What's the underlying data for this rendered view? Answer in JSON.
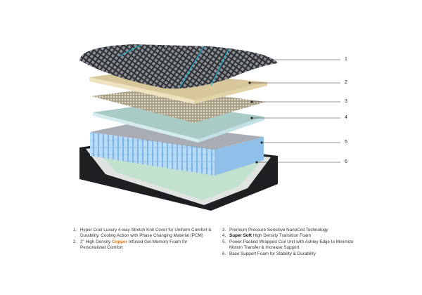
{
  "callouts": [
    "1",
    "2",
    "3",
    "4",
    "5",
    "6"
  ],
  "legend": {
    "items": [
      {
        "number": "1.",
        "parts": [
          "Hyper Cool Luxury 4-way Stretch Knit Cover for Uniform Comfort & Durability. Cooling Action with Phase Changing Material (PCM)"
        ]
      },
      {
        "number": "2.",
        "parts": [
          "2\" High Density ",
          "Copper",
          " Infused Gel Memory Foam for Personalized Comfort"
        ]
      },
      {
        "number": "3.",
        "parts": [
          "Premium Pressure Sensitive NanoCoil Technology"
        ]
      },
      {
        "number": "4.",
        "parts": [
          "Super Soft",
          " High Density Transition Foam"
        ]
      },
      {
        "number": "5.",
        "parts": [
          "Power Packed Wrapped Coil Unit with Ashley Edge to Minimize Motion Transfer & Increase Support"
        ]
      },
      {
        "number": "6.",
        "parts": [
          "Base Support Foam for Stability & Durability"
        ]
      }
    ]
  },
  "colors": {
    "highlight": "#d9731a",
    "cover": "#3a3d42",
    "cover_accent": "#1fb5cf",
    "gel_foam": "#e8d8ae",
    "nanocoil": "#bdb49c",
    "transition_foam": "#b9d9d6",
    "coils": "#9fcbef",
    "base": "#1d1f23",
    "base_foam": "#cfe6d8"
  }
}
